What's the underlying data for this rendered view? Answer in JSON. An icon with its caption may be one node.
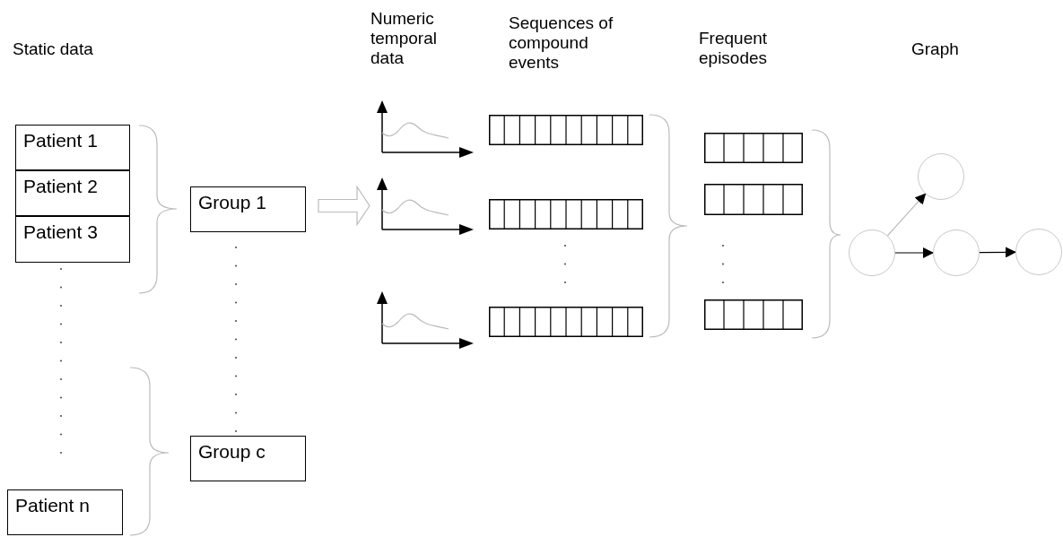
{
  "diagram": {
    "nodes": [
      {
        "text": [
          "Patient 1"
        ]
      },
      {
        "text": [
          "Patient 2"
        ]
      },
      {
        "text": [
          "Patient 3"
        ]
      },
      {
        "text": [
          "Patient n"
        ]
      },
      {
        "text": [
          "Group 1"
        ]
      },
      {
        "text": [
          "Group c"
        ]
      },
      {
        "text": [],
        "shape": "picture"
      },
      {
        "text": [],
        "shape": "picture"
      },
      {
        "text": [],
        "shape": "picture"
      },
      {
        "text": [],
        "shape": "box"
      },
      {
        "text": [],
        "shape": "box"
      },
      {
        "text": [],
        "shape": "box"
      },
      {
        "text": [],
        "shape": "box"
      },
      {
        "text": [],
        "shape": "box"
      },
      {
        "text": [],
        "shape": "box"
      },
      {
        "text": [],
        "shape": "circle"
      },
      {
        "text": [],
        "shape": "circle"
      },
      {
        "text": [],
        "shape": "circle"
      },
      {
        "text": [],
        "shape": "circle"
      }
    ],
    "edges": [
      {
        "from": 4,
        "to": 7,
        "arrow": "to",
        "style": "thick",
        "color": "#bbbbbb"
      },
      {
        "from": 15,
        "to": 16,
        "arrow": "to",
        "color": "#bbbbbb"
      },
      {
        "from": 15,
        "to": 17,
        "arrow": "to"
      },
      {
        "from": 17,
        "to": 18,
        "arrow": "to"
      }
    ],
    "labels": [
      "Static data",
      "Numeric temporal data",
      "Sequences of compound events",
      "Frequent episodes",
      "Graph"
    ]
  }
}
